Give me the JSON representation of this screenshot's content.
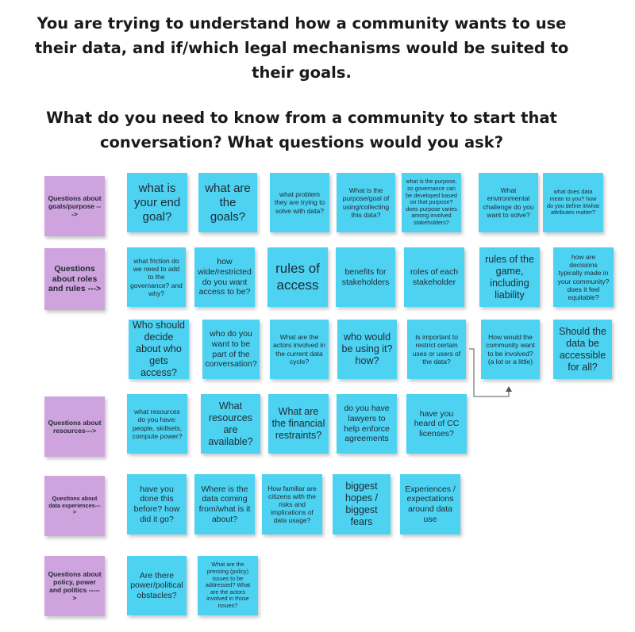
{
  "prompt": {
    "line1": "You are trying to understand how a community wants to use their data, and if/which legal mechanisms would be suited to their goals.",
    "line2": "What do you need to know from a community to start that conversation? What questions would you ask?"
  },
  "colors": {
    "category_note": "#cfa3dd",
    "question_note": "#4dd2f2"
  },
  "categories": [
    "Questions about goals/purpose --->",
    "Questions about roles and rules --->",
    "Questions about resources--->",
    "Questions about data experiences--->",
    "Questions about policy, power and politics ----->"
  ],
  "goals": [
    "what is your end goal?",
    "what are the goals?",
    "what problem they are trying to solve with data?",
    "What is the purpose/goal of using/collecting this data?",
    "what is the purpose, so governance can be developed based on that purpose? does purpose varies among involved stakeholders?",
    "What environmental challenge do you want to solve?",
    "what does data mean to you? how do you define it/what attributes matter?"
  ],
  "roles_row1": [
    "what friction do we need to add to the governance? and why?",
    "how wide/restricted do you want access to be?",
    "rules of access",
    "benefits for stakeholders",
    "roles of each stakeholder",
    "rules of the game, including liability",
    "how are decisions typically made in your community? does it feel equitable?"
  ],
  "roles_row2": [
    "Who should decide about who gets access?",
    "who do you want to be part of the conversation?",
    "What are the actors involved in the current data cycle?",
    "who would be using it? how?",
    "Is important to restrict certain uses or users of the data?",
    "How would the community want to be involved? (a lot or a little)",
    "Should the data be accessible for all?"
  ],
  "resources": [
    "what resources do you have: people, skillsets, compute power?",
    "What resources are available?",
    "What are the financial restraints?",
    "do you have lawyers to help enforce agreements",
    "have you heard of CC licenses?"
  ],
  "experiences": [
    "have you done this before? how did it go?",
    "Where is the data coming from/what is it about?",
    "How familiar are citizens with the risks and implications of data usage?",
    "biggest hopes / biggest fears",
    "Experiences / expectations around data use"
  ],
  "policy": [
    "Are there power/political obstacles?",
    "What are the pressing (policy) issues to be addressed? What are the actors involved in those issues?"
  ]
}
